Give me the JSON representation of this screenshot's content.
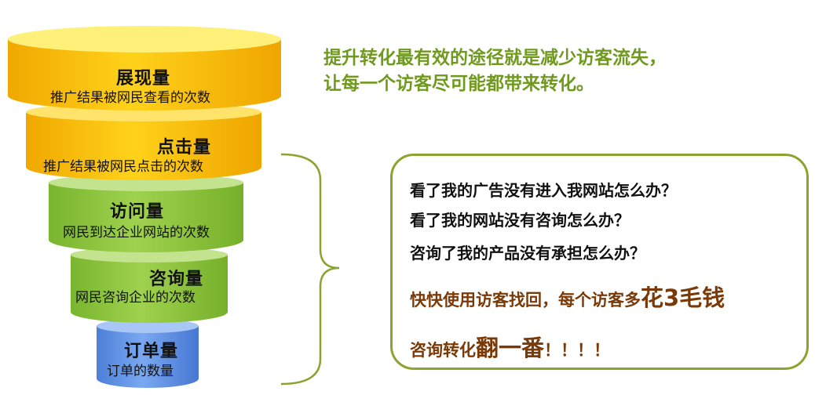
{
  "funnel": {
    "tiers": [
      {
        "title": "展现量",
        "desc": "推广结果被网民查看的次数",
        "color": "#f5c400"
      },
      {
        "title": "点击量",
        "desc": "推广结果被网民点击的次数",
        "color": "#f5c400"
      },
      {
        "title": "访问量",
        "desc": "网民到达企业网站的次数",
        "color": "#8cc63f"
      },
      {
        "title": "咨询量",
        "desc": "网民咨询企业的次数",
        "color": "#8cc63f"
      },
      {
        "title": "订单量",
        "desc": "订单的数量",
        "color": "#5b8ee6"
      }
    ]
  },
  "headline": {
    "line1": "提升转化最有效的途径就是减少访客流失，",
    "line2": "让每一个访客尽可能都带来转化。"
  },
  "questions": [
    "看了我的广告没有进入我网站怎么办？",
    "看了我的网站没有咨询怎么办？",
    "咨询了我的产品没有承担怎么办？"
  ],
  "cta": {
    "line1_a": "快快使用访客找回，每个访客多",
    "line1_b": "花3毛钱",
    "line2_a": "咨询转化",
    "line2_b": "翻一番",
    "line2_c": "！！！！"
  },
  "colors": {
    "yellow": "#f5c400",
    "green": "#8cc63f",
    "blue": "#5b8ee6",
    "headline": "#6f9a1e",
    "border": "#8aa42f",
    "cta": "#7a3a08"
  }
}
